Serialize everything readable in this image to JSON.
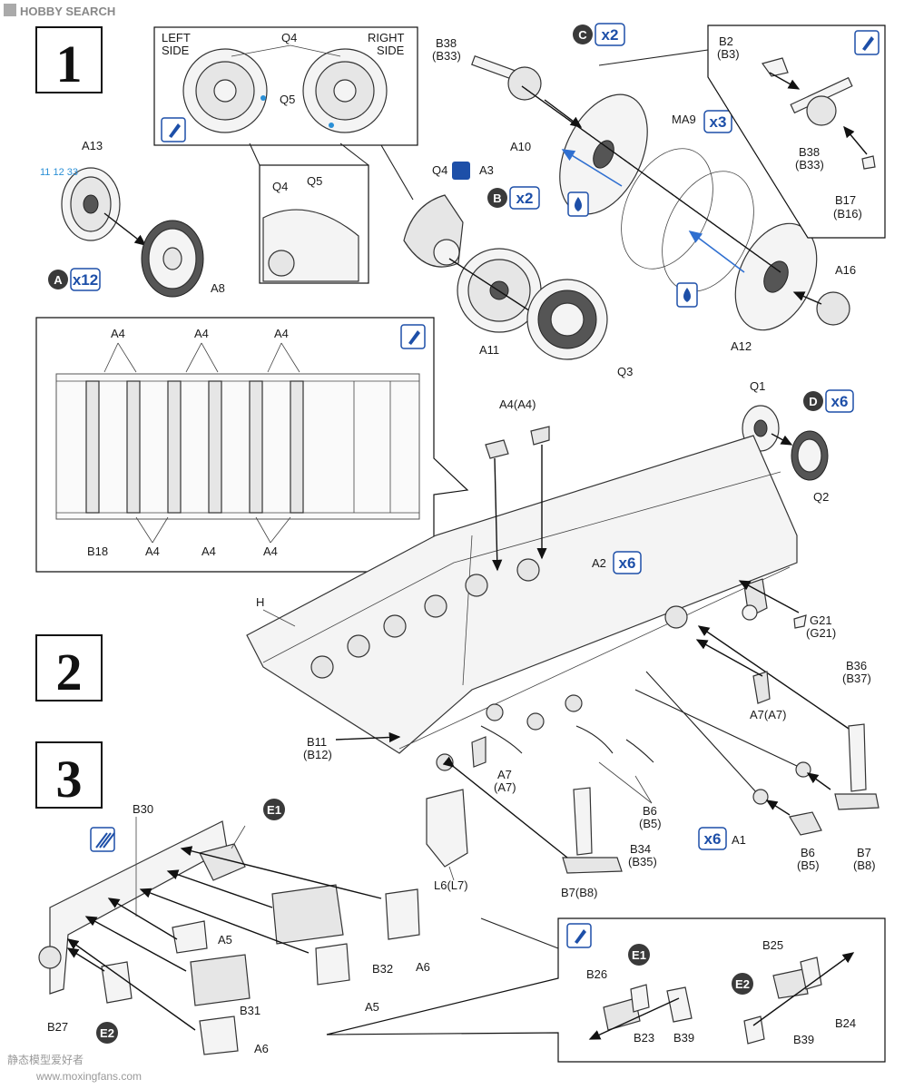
{
  "watermark_top": "HOBBY SEARCH",
  "watermark_bottom": "www.moxingfans.com",
  "watermark_cn": "静态模型爱好者",
  "steps": [
    "1",
    "2",
    "3"
  ],
  "quantities": {
    "c": "x2",
    "b": "x2",
    "a": "x12",
    "d": "x6",
    "ma9": "x3",
    "a2": "x6",
    "a1": "x6"
  },
  "badges": {
    "a": "A",
    "b": "B",
    "c": "C",
    "d": "D",
    "e1": "E1",
    "e2": "E2",
    "e1b": "E1",
    "e2b": "E2"
  },
  "paint_code": "11 12 33",
  "inset_wheel": {
    "left": "LEFT",
    "left2": "SIDE",
    "right": "RIGHT",
    "right2": "SIDE",
    "q4": "Q4",
    "q5": "Q5",
    "q4b": "Q4",
    "q5b": "Q5"
  },
  "labels": {
    "A13": "A13",
    "A8": "A8",
    "Q4": "Q4",
    "A3": "A3",
    "A11": "A11",
    "Q3": "Q3",
    "B38": "B38",
    "B33": "(B33)",
    "A10": "A10",
    "MA9": "MA9",
    "A12": "A12",
    "A16": "A16",
    "B2": "B2",
    "B3": "(B3)",
    "B38r": "B38",
    "B33r": "(B33)",
    "B17": "B17",
    "B16": "(B16)",
    "Q1": "Q1",
    "Q2": "Q2",
    "A4_1": "A4",
    "A4_2": "A4",
    "A4_3": "A4",
    "A4_4": "A4",
    "A4_5": "A4",
    "A4_6": "A4",
    "B18": "B18",
    "A4A4": "A4(A4)",
    "A2": "A2",
    "H": "H",
    "G21": "G21",
    "G21b": "(G21)",
    "B36": "B36",
    "B37": "(B37)",
    "A7A7": "A7(A7)",
    "B11": "B11",
    "B12": "(B12)",
    "A7": "A7",
    "A7b": "(A7)",
    "B6": "B6",
    "B5": "(B5)",
    "B34": "B34",
    "B35": "(B35)",
    "A1": "A1",
    "B6b": "B6",
    "B5b": "(B5)",
    "B7": "B7",
    "B8": "(B8)",
    "B7B8": "B7(B8)",
    "L6L7": "L6(L7)",
    "B30": "B30",
    "A5": "A5",
    "A5b": "A5",
    "B32": "B32",
    "A6": "A6",
    "B31": "B31",
    "B27": "B27",
    "A6b": "A6",
    "B26": "B26",
    "B23": "B23",
    "B39": "B39",
    "B25": "B25",
    "B24": "B24",
    "B39b": "B39"
  },
  "colors": {
    "accent": "#1d4fa8",
    "badge": "#3a3a3a",
    "paint": "#2a8fd6"
  }
}
